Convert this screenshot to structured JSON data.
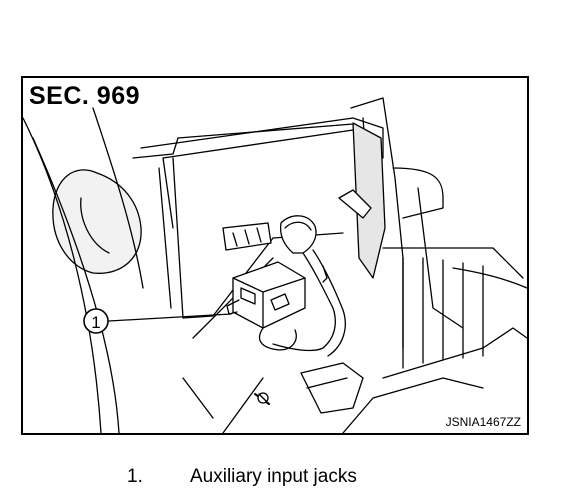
{
  "figure": {
    "section_label": "SEC. 969",
    "image_code": "JSNIA1467ZZ",
    "callout_number": "1"
  },
  "legend": [
    {
      "number": "1.",
      "text": "Auxiliary input jacks"
    }
  ]
}
